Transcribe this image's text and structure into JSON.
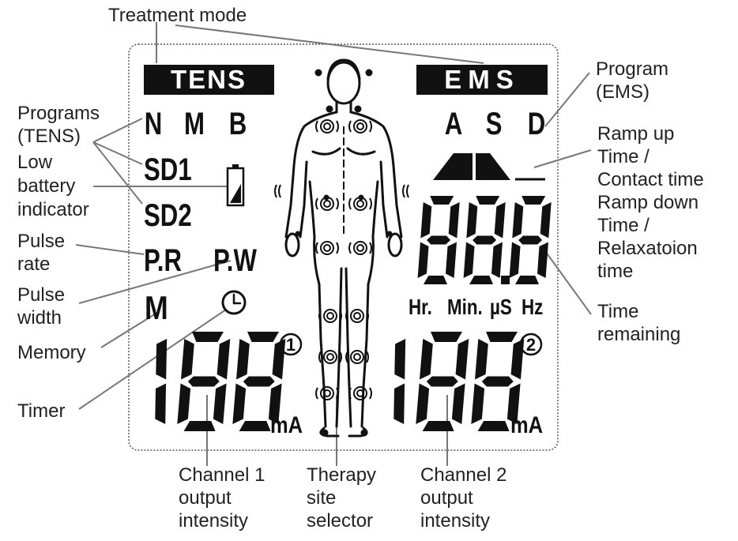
{
  "callouts": {
    "treatment_mode": "Treatment mode",
    "program_ems": [
      "Program",
      "(EMS)"
    ],
    "programs_tens": [
      "Programs",
      "(TENS)"
    ],
    "low_battery": [
      "Low",
      "battery",
      "indicator"
    ],
    "ramp": [
      "Ramp up",
      "Time /",
      "Contact time",
      "Ramp down",
      "Time /",
      "Relaxatoion",
      "time"
    ],
    "pulse_rate": [
      "Pulse",
      "rate"
    ],
    "pulse_width": [
      "Pulse",
      "width"
    ],
    "memory": "Memory",
    "time_remaining": [
      "Time",
      "remaining"
    ],
    "timer": "Timer",
    "channel1": [
      "Channel 1",
      "output",
      "intensity"
    ],
    "therapy_site": [
      "Therapy",
      "site",
      "selector"
    ],
    "channel2": [
      "Channel 2",
      "output",
      "intensity"
    ]
  },
  "lcd": {
    "tens_label": "TENS",
    "ems_label": "EMS",
    "tens_programs": [
      "N",
      "M",
      "B"
    ],
    "ems_programs": [
      "A",
      "S",
      "D"
    ],
    "sd1": "SD1",
    "sd2": "SD2",
    "pulse_rate": "P.R",
    "pulse_width": "P.W",
    "memory": "M",
    "units": [
      "Hr.",
      "Min.",
      "µS",
      "Hz"
    ],
    "channel1_marker": "1",
    "channel2_marker": "2",
    "ma_unit": "mA",
    "timer_digits": "88.8",
    "channel1_digits": "188",
    "channel2_digits": "188"
  },
  "colors": {
    "lcd_ink": "#111111",
    "leader": "#777777",
    "text": "#222222",
    "frame": "#555555"
  },
  "icons": [
    "battery-icon",
    "clock-icon",
    "ramp-icon",
    "body-figure-icon"
  ]
}
